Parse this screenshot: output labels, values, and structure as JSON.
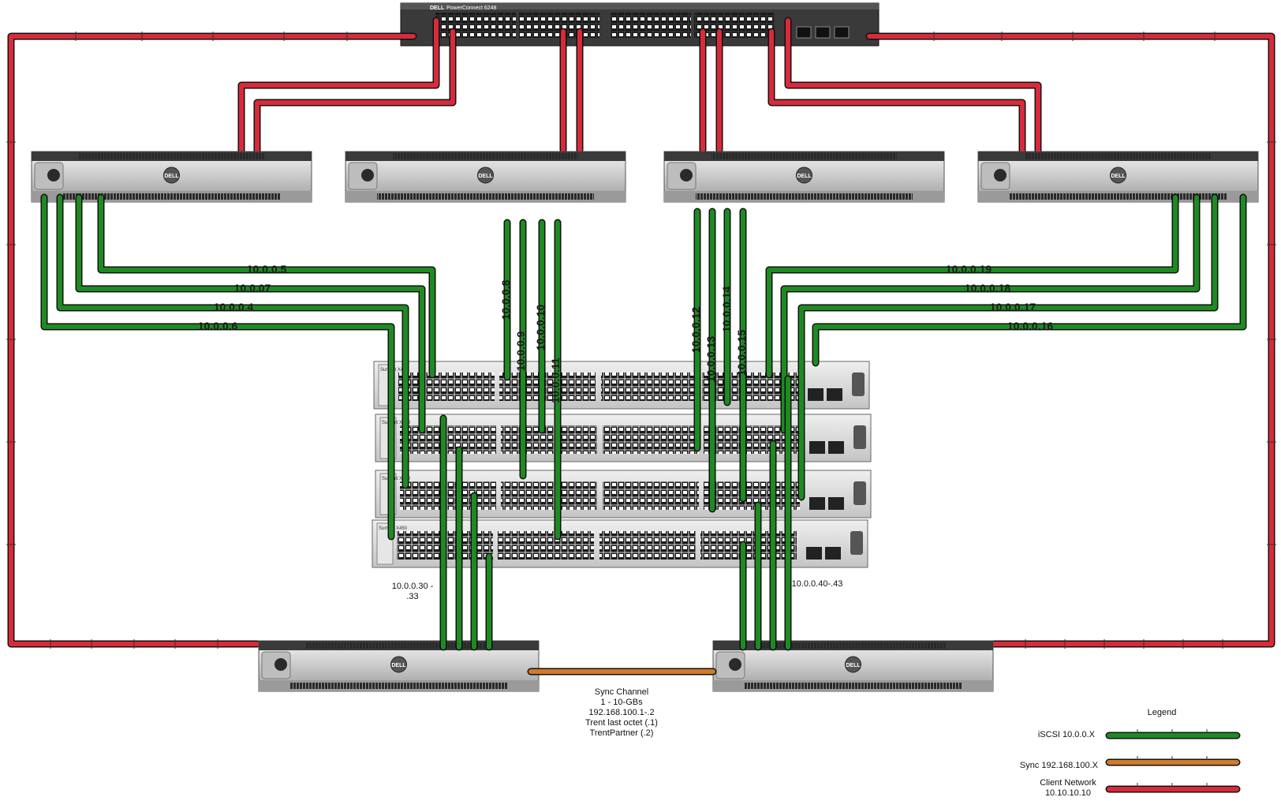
{
  "top_switch": {
    "brand": "DELL",
    "model": "PowerConnect 6248"
  },
  "servers": {
    "logo": "DELL"
  },
  "stack_switches": {
    "model_label": "Summit X450"
  },
  "ip_labels": {
    "left": [
      "10.0.0.5",
      "10.0.07",
      "10.0.0.4",
      "10.0.0.6"
    ],
    "right": [
      "10.0.0.19",
      "10.0.0.18",
      "10.0.0.17",
      "10.0.0.16"
    ],
    "center_left": [
      "10.0.0.8",
      "10.0.0.9",
      "10.0.0.10",
      "10.0.0.11"
    ],
    "center_right": [
      "10.0.0.12",
      "10.0.0.13",
      "10.0.0.14",
      "10.0.0.15"
    ]
  },
  "bottom_notes": {
    "left_line1": "10.0.0.30 -",
    "left_line2": ".33",
    "right": "10.0.0.40-.43"
  },
  "sync_channel": {
    "lines": [
      "Sync Channel",
      "1 - 10-GBs",
      "192.168.100.1-.2",
      "Trent last octet (.1)",
      "TrentPartner (.2)"
    ]
  },
  "legend": {
    "title": "Legend",
    "items": [
      {
        "label_lines": [
          "iSCSI 10.0.0.X"
        ],
        "color": "#1e8a22"
      },
      {
        "label_lines": [
          "Sync 192.168.100.X"
        ],
        "color": "#d07a2a"
      },
      {
        "label_lines": [
          "Client Network",
          "10.10.10.10"
        ],
        "color": "#d82a3a"
      }
    ]
  },
  "colors": {
    "iscsi": "#1e8a22",
    "sync": "#d07a2a",
    "client": "#d82a3a",
    "outline": "#111111"
  }
}
